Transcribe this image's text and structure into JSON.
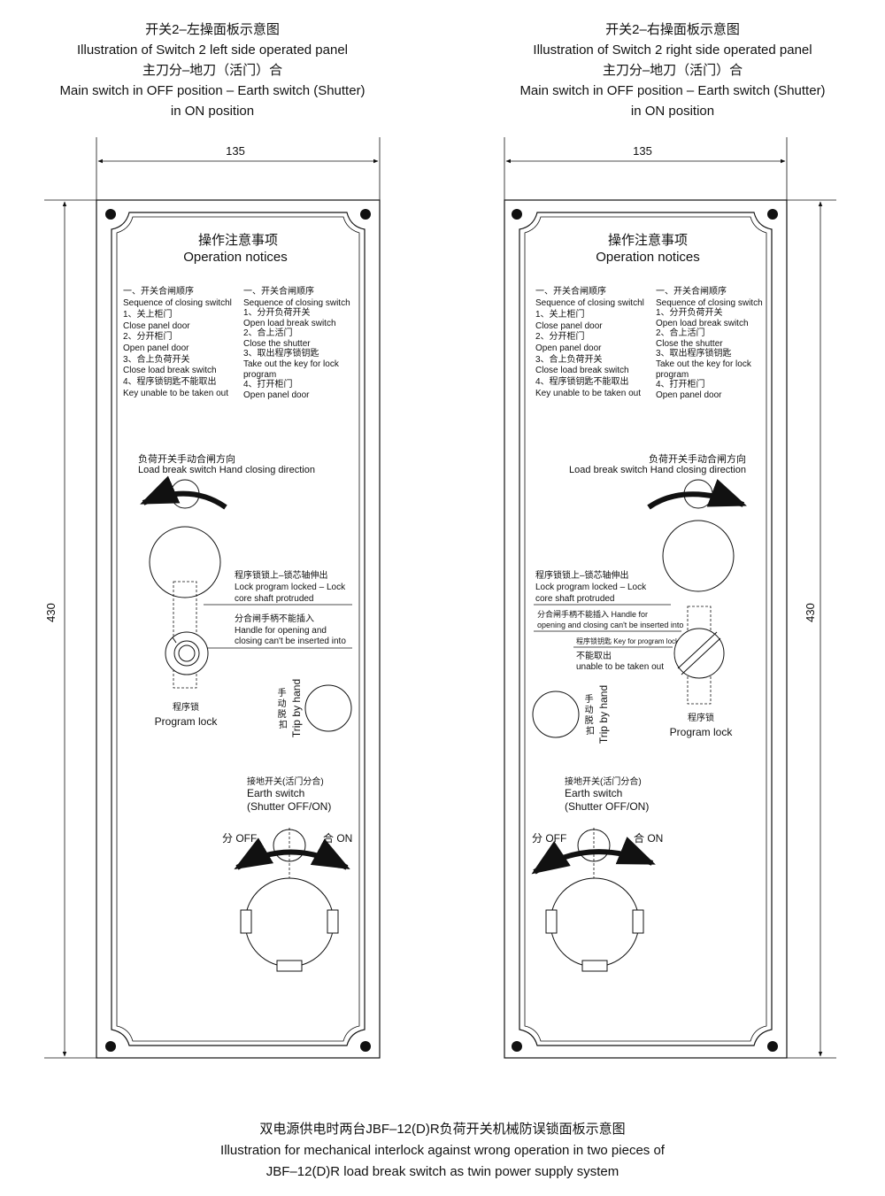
{
  "left_panel": {
    "title_cn": "开关2–左操面板示意图",
    "title_en": "Illustration of Switch 2 left side operated panel",
    "state_cn": "主刀分–地刀（活门）合",
    "state_en_1": "Main switch in OFF position – Earth switch (Shutter)",
    "state_en_2": "in ON position",
    "width_dim": "135",
    "height_dim": "430",
    "notices_cn": "操作注意事项",
    "notices_en": "Operation notices",
    "col1": [
      "一、开关合闸顺序",
      "Sequence of closing switchl",
      "1、关上柜门",
      "Close panel door",
      "2、分开柜门",
      "Open panel door",
      "3、合上负荷开关",
      "Close load break switch",
      "4、程序锁钥匙不能取出",
      "Key unable to be taken out"
    ],
    "col2": [
      "一、开关合闸顺序",
      "Sequence of closing switch",
      "1、分开负荷开关",
      "Open load break switch",
      "2、合上活门",
      "Close the shutter",
      "3、取出程序锁钥匙",
      "Take out the key for lock",
      "program",
      "4、打开柜门",
      "Open panel door"
    ],
    "load_cn": "负荷开关手动合闸方向",
    "load_en": "Load break switch Hand closing direction",
    "lock_note": [
      "程序锁锁上–锁芯轴伸出",
      "Lock program locked – Lock",
      "core shaft protruded"
    ],
    "handle_note": [
      "分合闸手柄不能插入",
      "Handle for opening and",
      "closing can't be inserted into"
    ],
    "program_lock_cn": "程序锁",
    "program_lock_en": "Program lock",
    "trip_cn": [
      "手",
      "动",
      "脱",
      "扣"
    ],
    "trip_en": "Trip by hand",
    "earth_cn": "接地开关(活门分合)",
    "earth_en": "Earth switch",
    "earth_en_2": "(Shutter OFF/ON)",
    "off_label": "分 OFF",
    "on_label": "合 ON"
  },
  "right_panel": {
    "title_cn": "开关2–右操面板示意图",
    "title_en": "Illustration of Switch 2 right side operated panel",
    "state_cn": "主刀分–地刀（活门）合",
    "state_en_1": "Main switch in OFF position – Earth switch (Shutter)",
    "state_en_2": "in ON position",
    "width_dim": "135",
    "height_dim": "430",
    "notices_cn": "操作注意事项",
    "notices_en": "Operation notices",
    "col1": [
      "一、开关合闸顺序",
      "Sequence of closing switchl",
      "1、关上柜门",
      "Close panel door",
      "2、分开柜门",
      "Open panel door",
      "3、合上负荷开关",
      "Close load break switch",
      "4、程序锁钥匙不能取出",
      "Key unable to be taken out"
    ],
    "col2": [
      "一、开关合闸顺序",
      "Sequence of closing switch",
      "1、分开负荷开关",
      "Open load break switch",
      "2、合上活门",
      "Close the shutter",
      "3、取出程序锁钥匙",
      "Take out the key for lock",
      "program",
      "4、打开柜门",
      "Open panel door"
    ],
    "load_cn": "负荷开关手动合闸方向",
    "load_en": "Load break switch Hand closing direction",
    "lock_note": [
      "程序锁锁上–锁芯轴伸出",
      "Lock program locked – Lock",
      "core shaft protruded"
    ],
    "handle_note": [
      "分合闸手柄不能插入 Handle for",
      "opening and closing can't be inserted into"
    ],
    "key_note": "程序锁钥匙 Key for program lock",
    "key_note_2": [
      "不能取出",
      "unable to be taken out"
    ],
    "program_lock_cn": "程序锁",
    "program_lock_en": "Program lock",
    "trip_cn": [
      "手",
      "动",
      "脱",
      "扣"
    ],
    "trip_en": "Trip by hand",
    "earth_cn": "接地开关(活门分合)",
    "earth_en": "Earth switch",
    "earth_en_2": "(Shutter OFF/ON)",
    "off_label": "分 OFF",
    "on_label": "合 ON"
  },
  "caption": {
    "line1": "双电源供电时两台JBF–12(D)R负荷开关机械防误锁面板示意图",
    "line2": "Illustration for mechanical interlock against wrong operation in two pieces of",
    "line3": "JBF–12(D)R load break switch as twin power supply system"
  }
}
